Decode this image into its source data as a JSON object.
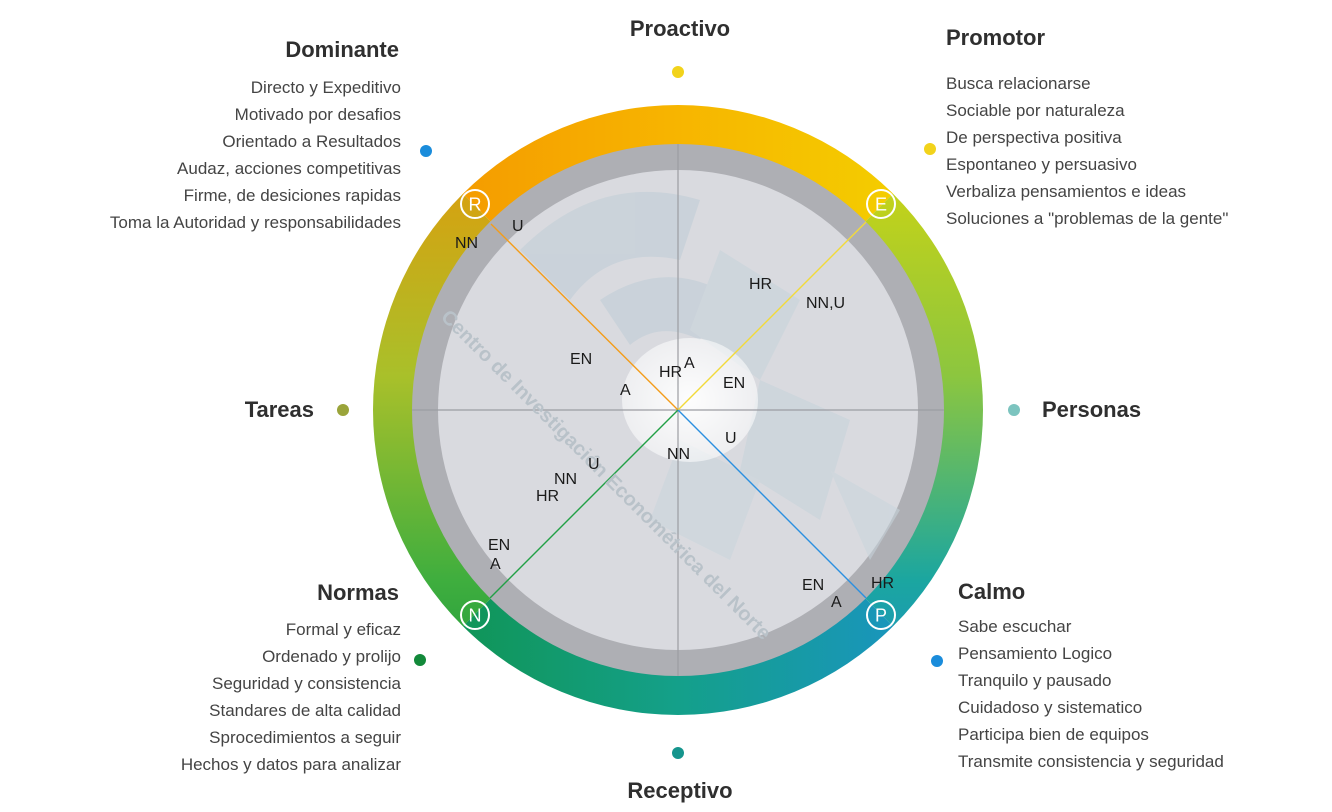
{
  "axes": {
    "top": "Proactivo",
    "bottom": "Receptivo",
    "left": "Tareas",
    "right": "Personas"
  },
  "quadrants": {
    "dominante": {
      "title": "Dominante",
      "items": [
        "Directo y Expeditivo",
        "Motivado por desafios",
        "Orientado a Resultados",
        "Audaz, acciones competitivas",
        "Firme, de desiciones rapidas",
        "Toma la Autoridad y responsabilidades"
      ],
      "badge": "R"
    },
    "promotor": {
      "title": "Promotor",
      "items": [
        "Busca relacionarse",
        "Sociable por naturaleza",
        "De perspectiva positiva",
        "Espontaneo y persuasivo",
        "Verbaliza pensamientos e ideas",
        "Soluciones a \"problemas de la gente\""
      ],
      "badge": "E"
    },
    "normas": {
      "title": "Normas",
      "items": [
        "Formal y eficaz",
        "Ordenado y prolijo",
        "Seguridad y consistencia",
        "Standares de alta calidad",
        "Sprocedimientos a seguir",
        "Hechos y datos para analizar"
      ],
      "badge": "N"
    },
    "calmo": {
      "title": "Calmo",
      "items": [
        "Sabe escuchar",
        "Pensamiento Logico",
        "Tranquilo y pausado",
        "Cuidadoso y sistematico",
        "Participa bien de equipos",
        "Transmite consistencia y seguridad"
      ],
      "badge": "P"
    }
  },
  "markers": {
    "nn_r": "NN",
    "u_r": "U",
    "en_r": "EN",
    "a_r": "A",
    "hr_c": "HR",
    "a_c": "A",
    "en_c": "EN",
    "nn_c": "NN",
    "u_c": "U",
    "hr_e": "HR",
    "nnu_e": "NN,U",
    "u_n": "U",
    "nn_n": "NN",
    "hr_n": "HR",
    "en_n": "EN",
    "a_n": "A",
    "en_p": "EN",
    "a_p": "A",
    "hr_p": "HR"
  },
  "watermark": "Centro de Investigación Econométrica del Norte",
  "colors": {
    "orange": "#F39200",
    "yellow": "#F2D200",
    "green": "#2E9E45",
    "blue": "#1E88D8",
    "teal": "#1BA39C",
    "dot_blue": "#1A8CDB",
    "dot_yellow": "#F2D31B",
    "dot_olive": "#9AA43A",
    "dot_teal_light": "#7CC4BF",
    "dot_green": "#12893A",
    "dot_teal": "#15958D",
    "ring_gray": "#AEAFB4",
    "inner_gray": "#D8D9DE"
  }
}
